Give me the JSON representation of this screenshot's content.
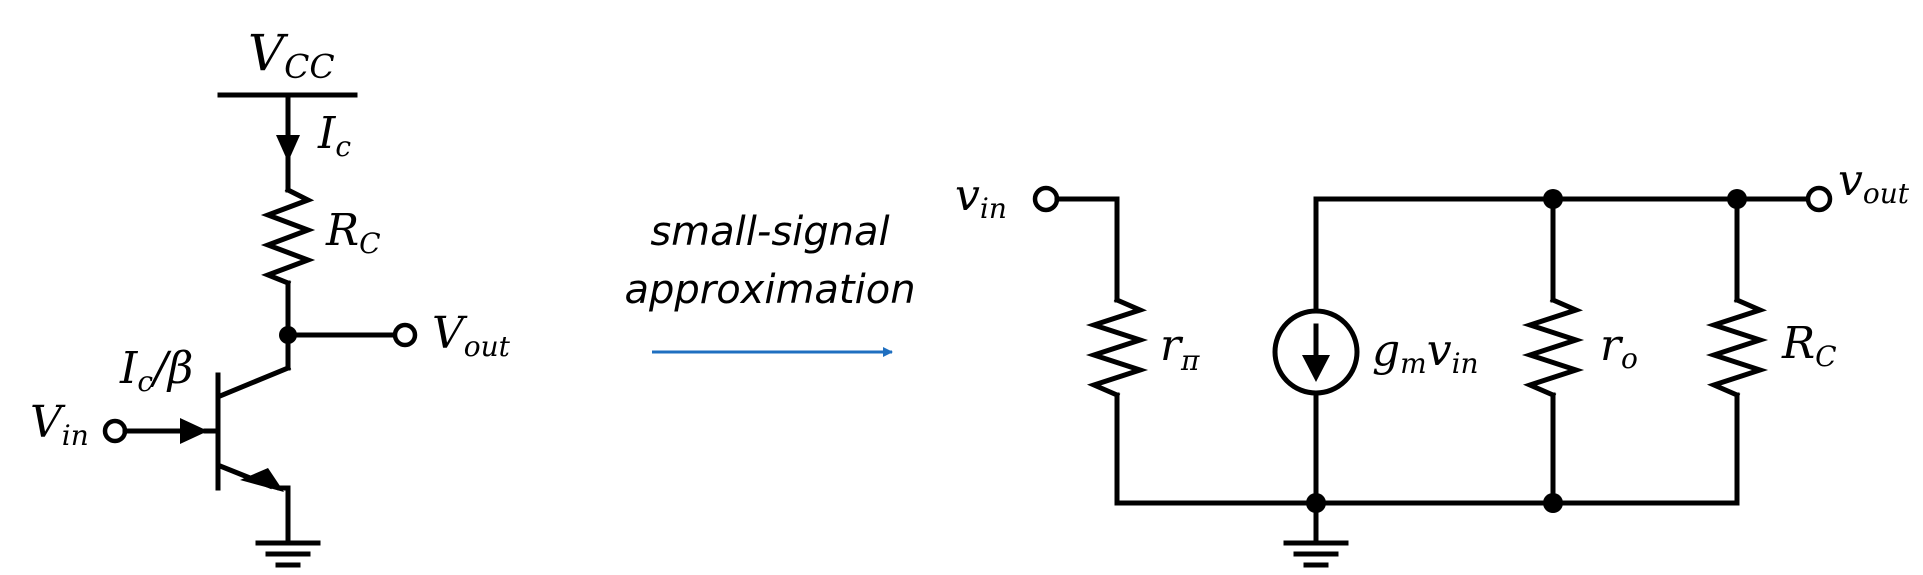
{
  "left_circuit": {
    "supply_label": "V",
    "supply_sub": "CC",
    "current_label": "I",
    "current_sub": "c",
    "resistor_label": "R",
    "resistor_sub": "C",
    "output_label": "V",
    "output_sub": "out",
    "base_current_label": "I",
    "base_current_sub": "c",
    "base_current_suffix": "/β",
    "input_label": "V",
    "input_sub": "in"
  },
  "transformation": {
    "line1": "small-signal",
    "line2": "approximation",
    "arrow_color": "#1f6fc0"
  },
  "right_circuit": {
    "input_label": "v",
    "input_sub": "in",
    "rpi_label": "r",
    "rpi_sub": "π",
    "source_label_g": "g",
    "source_label_m": "m",
    "source_label_v": "v",
    "source_label_in": "in",
    "ro_label": "r",
    "ro_sub": "o",
    "rc_label": "R",
    "rc_sub": "C",
    "output_label": "v",
    "output_sub": "out"
  }
}
